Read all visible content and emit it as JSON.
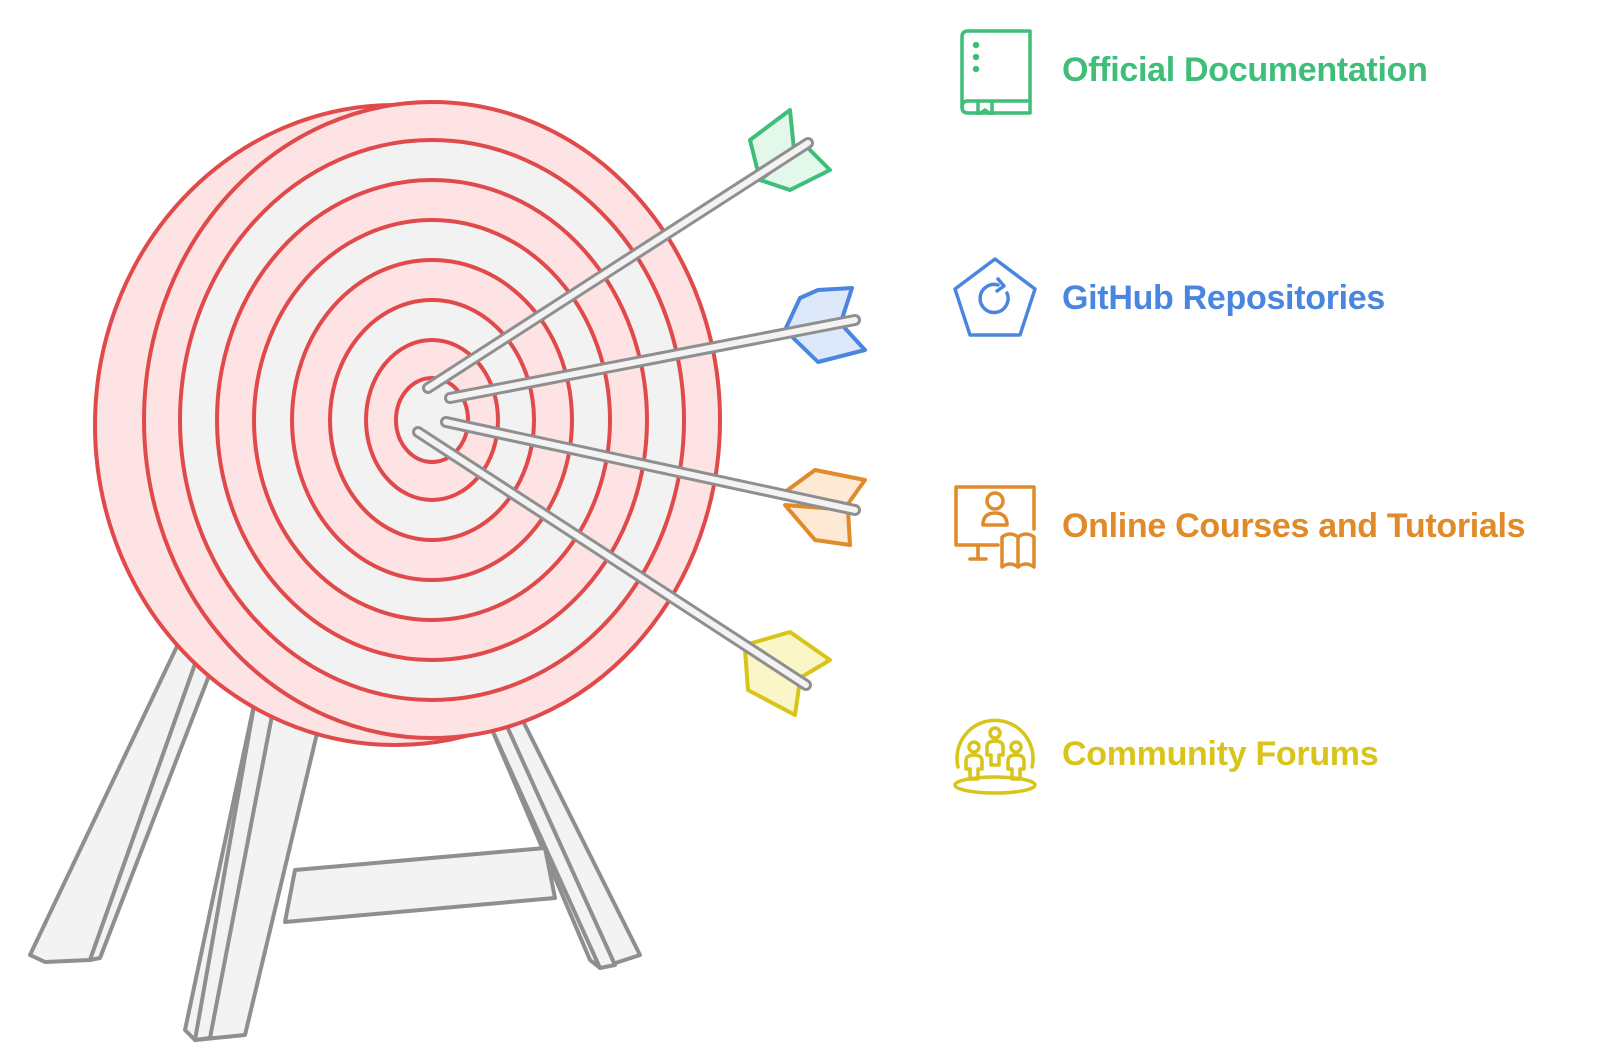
{
  "items": [
    {
      "label": "Official Documentation",
      "icon": "book-icon",
      "color": "#3fbe7a",
      "fill": "#e3f7ea"
    },
    {
      "label": "GitHub Repositories",
      "icon": "refresh-pentagon-icon",
      "color": "#4a86e0",
      "fill": "#dde9fb"
    },
    {
      "label": "Online Courses and Tutorials",
      "icon": "online-course-icon",
      "color": "#e08a2a",
      "fill": "#fde9d4"
    },
    {
      "label": "Community Forums",
      "icon": "community-icon",
      "color": "#d9c41a",
      "fill": "#fbf6c8"
    }
  ],
  "colors": {
    "target_stroke": "#e04a4a",
    "target_fill_pink": "#fde3e3",
    "target_fill_grey": "#f2f2f2",
    "stand_stroke": "#8f8f8f",
    "stand_fill": "#f3f3f3"
  }
}
